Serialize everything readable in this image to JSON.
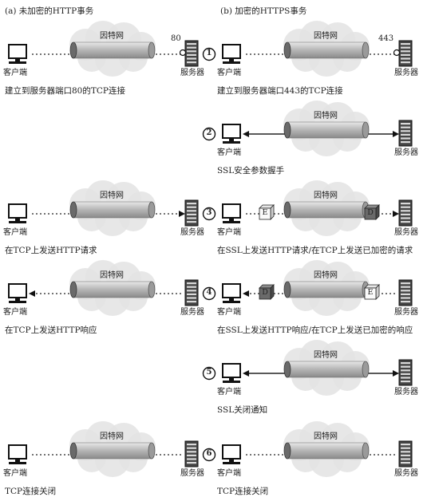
{
  "headings": {
    "a": "(a) 未加密的HTTP事务",
    "b": "(b) 加密的HTTPS事务"
  },
  "labels": {
    "client": "客户端",
    "server": "服务器",
    "internet": "因特网"
  },
  "ports": {
    "http": "80",
    "https": "443"
  },
  "box_letters": {
    "encrypted": "E",
    "decrypted": "D"
  },
  "steps": [
    {
      "number": "1",
      "http_caption": "建立到服务器端口80的TCP连接",
      "https_caption": "建立到服务器端口443的TCP连接"
    },
    {
      "number": "2",
      "http_caption": "",
      "https_caption": "SSL安全参数握手"
    },
    {
      "number": "3",
      "http_caption": "在TCP上发送HTTP请求",
      "https_caption": "在SSL上发送HTTP请求/在TCP上发送已加密的请求"
    },
    {
      "number": "4",
      "http_caption": "在TCP上发送HTTP响应",
      "https_caption": "在SSL上发送HTTP响应/在TCP上发送已加密的响应"
    },
    {
      "number": "5",
      "http_caption": "",
      "https_caption": "SSL关闭通知"
    },
    {
      "number": "6",
      "http_caption": "TCP连接关闭",
      "https_caption": "TCP连接关闭"
    }
  ]
}
